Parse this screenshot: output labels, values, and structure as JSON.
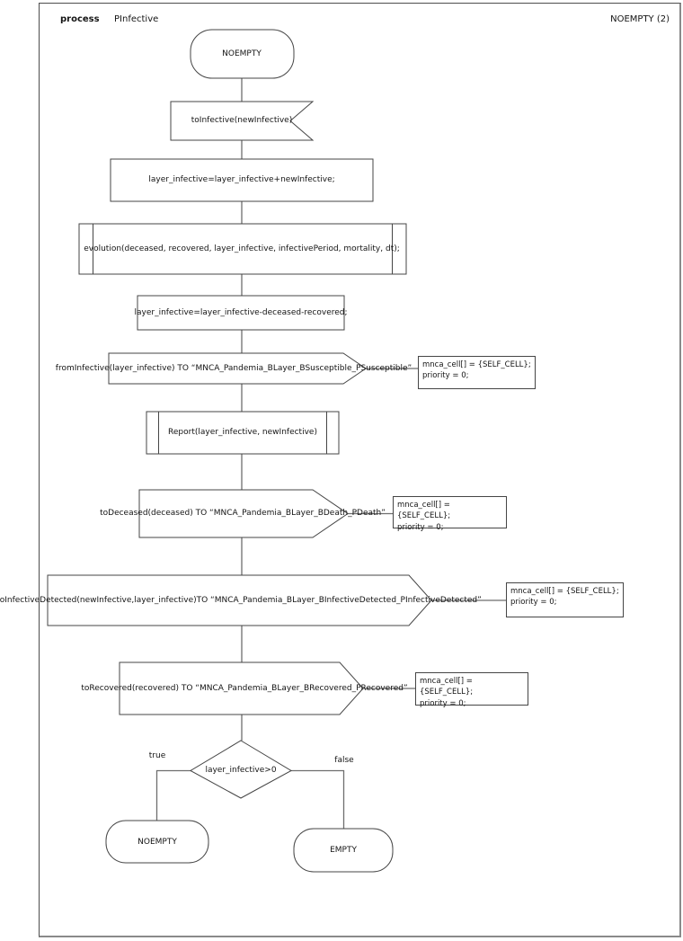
{
  "header": {
    "kind": "process",
    "name": "PInfective",
    "page": "NOEMPTY (2)"
  },
  "colors": {
    "shape_ink": "#454545",
    "connector": "#6e6e6e",
    "background": "#ffffff"
  },
  "flow": {
    "start_state": {
      "label": "NOEMPTY"
    },
    "input_signal": {
      "label": "toInfective(newInfective)"
    },
    "task_add": {
      "label": "layer_infective=layer_infective+newInfective;"
    },
    "call_evolution": {
      "label": "evolution(deceased, recovered, layer_infective, infectivePeriod, mortality, dt);"
    },
    "task_subtract": {
      "label": "layer_infective=layer_infective-deceased-recovered;"
    },
    "output_fromInfective": {
      "label": "fromInfective(layer_infective) TO “MNCA_Pandemia_BLayer_BSusceptible_PSusceptible”",
      "comment": {
        "line1": "mnca_cell[] = {SELF_CELL};",
        "line2": "priority = 0;"
      }
    },
    "call_report": {
      "label": "Report(layer_infective, newInfective)"
    },
    "output_toDeceased": {
      "label": "toDeceased(deceased) TO “MNCA_Pandemia_BLayer_BDeath_PDeath”",
      "comment": {
        "line1": "mnca_cell[] = {SELF_CELL};",
        "line2": "priority = 0;"
      }
    },
    "output_toInfectiveDetected": {
      "label": "toInfectiveDetected(newInfective,layer_infective)TO “MNCA_Pandemia_BLayer_BInfectiveDetected_PInfectiveDetected”",
      "comment": {
        "line1": "mnca_cell[] = {SELF_CELL};",
        "line2": "priority = 0;"
      }
    },
    "output_toRecovered": {
      "label": "toRecovered(recovered) TO “MNCA_Pandemia_BLayer_BRecovered_PRecovered”",
      "comment": {
        "line1": "mnca_cell[] = {SELF_CELL};",
        "line2": "priority = 0;"
      }
    },
    "decision": {
      "label": "layer_infective>0",
      "true_label": "true",
      "false_label": "false"
    },
    "state_true": {
      "label": "NOEMPTY"
    },
    "state_false": {
      "label": "EMPTY"
    }
  }
}
